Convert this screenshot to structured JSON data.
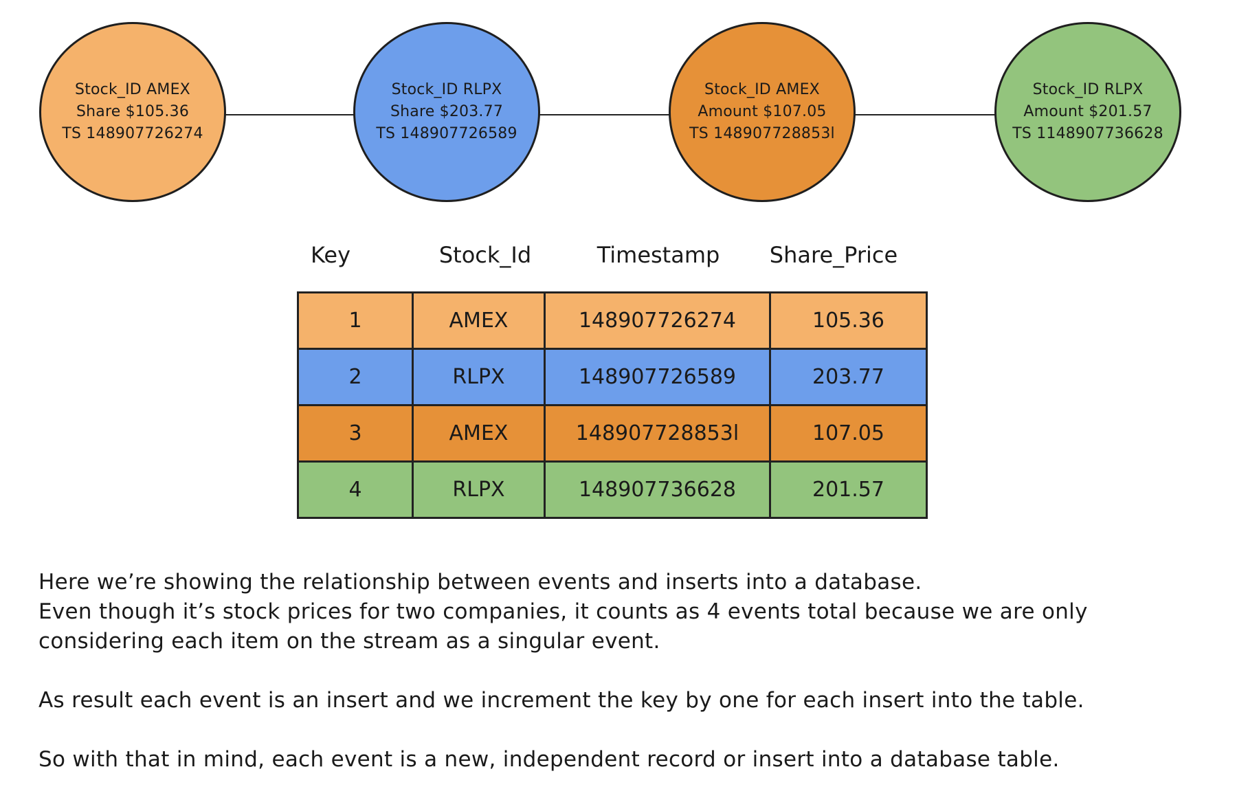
{
  "colors": {
    "orange_light": "#f5b26b",
    "blue": "#6d9eeb",
    "orange_dark": "#e69138",
    "green": "#93c47d"
  },
  "events": [
    {
      "id": "event-1",
      "line1": "Stock_ID AMEX",
      "line2": "Share $105.36",
      "line3": "TS 148907726274",
      "color": "#f5b26b"
    },
    {
      "id": "event-2",
      "line1": "Stock_ID RLPX",
      "line2": "Share $203.77",
      "line3": "TS 148907726589",
      "color": "#6d9eeb"
    },
    {
      "id": "event-3",
      "line1": "Stock_ID AMEX",
      "line2": "Amount $107.05",
      "line3": "TS 148907728853l",
      "color": "#e69138"
    },
    {
      "id": "event-4",
      "line1": "Stock_ID RLPX",
      "line2": "Amount $201.57",
      "line3": "TS 1148907736628",
      "color": "#93c47d"
    }
  ],
  "table": {
    "headers": [
      "Key",
      "Stock_Id",
      "Timestamp",
      "Share_Price"
    ],
    "rows": [
      {
        "key": "1",
        "stock_id": "AMEX",
        "timestamp": "148907726274",
        "share_price": "105.36",
        "color": "#f5b26b"
      },
      {
        "key": "2",
        "stock_id": "RLPX",
        "timestamp": "148907726589",
        "share_price": "203.77",
        "color": "#6d9eeb"
      },
      {
        "key": "3",
        "stock_id": "AMEX",
        "timestamp": "148907728853l",
        "share_price": "107.05",
        "color": "#e69138"
      },
      {
        "key": "4",
        "stock_id": "RLPX",
        "timestamp": "148907736628",
        "share_price": "201.57",
        "color": "#93c47d"
      }
    ]
  },
  "narrative": {
    "line1": "Here we’re showing the relationship between events and inserts into a database.",
    "line2": "Even though it’s stock prices for two companies, it counts as 4 events total because we are only",
    "line3": "considering each item on the stream as a singular event.",
    "line4": "As result each event is an insert and we increment the key by one for each insert into the table.",
    "line5": "So with that in mind, each event is a new, independent record or insert into a database table."
  }
}
